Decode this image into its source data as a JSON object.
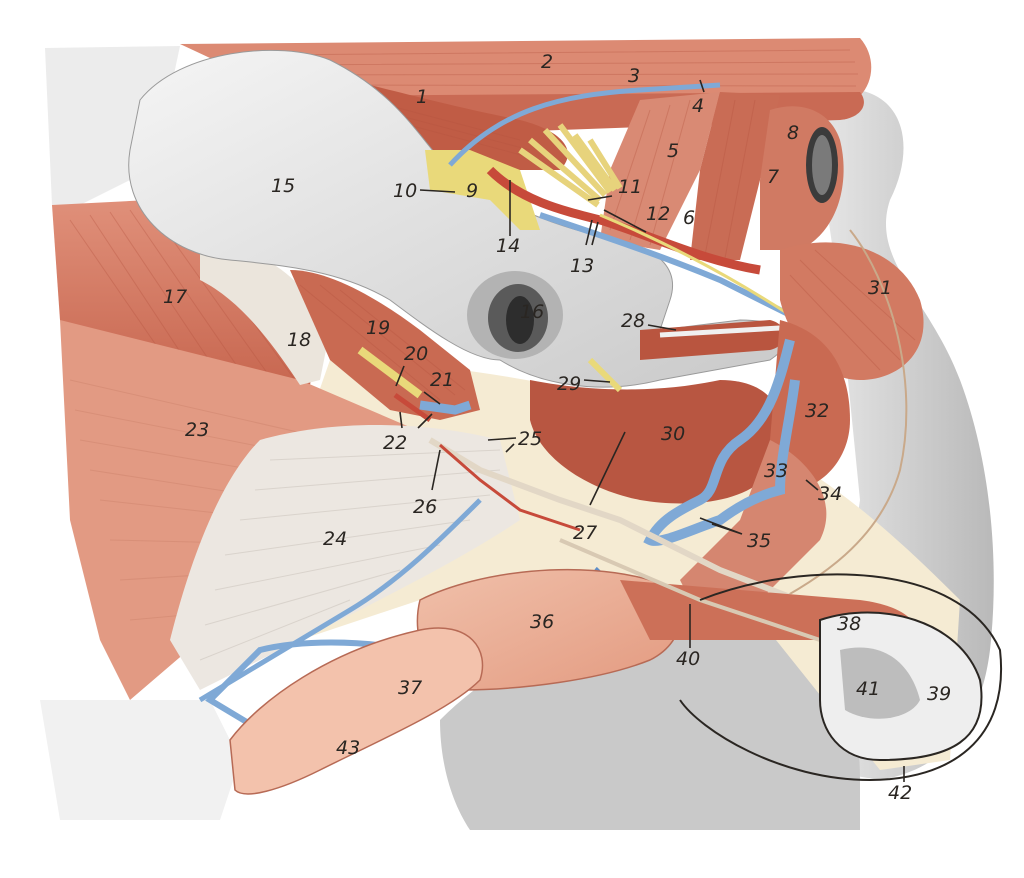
{
  "labels": [
    "1",
    "2",
    "3",
    "4",
    "5",
    "6",
    "7",
    "8",
    "9",
    "10",
    "11",
    "12",
    "13",
    "14",
    "15",
    "16",
    "17",
    "18",
    "19",
    "20",
    "21",
    "22",
    "23",
    "24",
    "25",
    "26",
    "27",
    "28",
    "29",
    "30",
    "31",
    "32",
    "33",
    "34",
    "35",
    "36",
    "37",
    "38",
    "39",
    "40",
    "41",
    "42",
    "43"
  ],
  "colors": {
    "muscle": "#d9826b",
    "muscle_dark": "#b9553f",
    "muscle_light": "#eab39f",
    "bone": "#eeeeee",
    "bone_shadow": "#cfcfcf",
    "fascia": "#f4e9cf",
    "vein": "#7fa9d6",
    "nerve": "#e9d97a",
    "tendon": "#e2e2e2",
    "skin": "#f6d9c3",
    "cavernous": "#e9a48c",
    "ink": "#2a2622"
  }
}
